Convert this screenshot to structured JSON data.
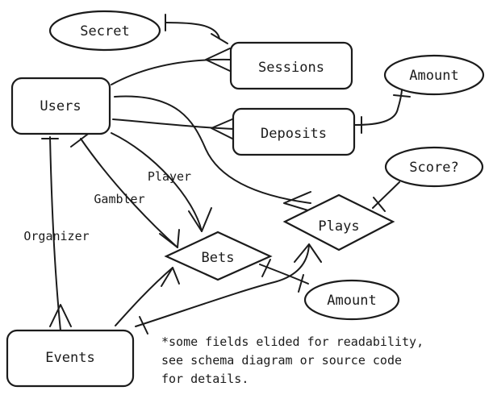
{
  "entities": {
    "users": "Users",
    "sessions": "Sessions",
    "deposits": "Deposits",
    "events": "Events"
  },
  "relationships": {
    "bets": "Bets",
    "plays": "Plays"
  },
  "attributes": {
    "secret": "Secret",
    "deposit_amount": "Amount",
    "score": "Score?",
    "bet_amount": "Amount"
  },
  "edge_labels": {
    "player": "Player",
    "gambler": "Gambler",
    "organizer": "Organizer"
  },
  "note": {
    "line1": "*some fields elided for readability,",
    "line2": "see schema diagram or source code",
    "line3": "for details."
  }
}
